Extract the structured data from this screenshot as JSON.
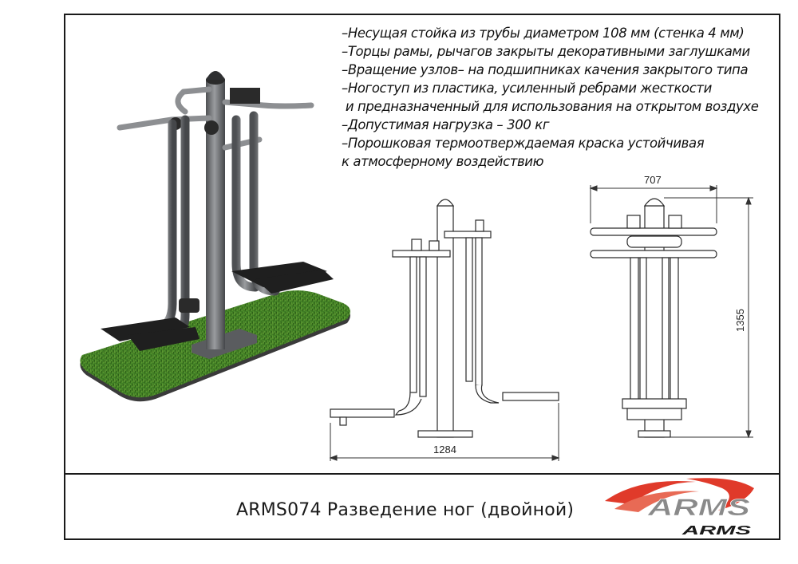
{
  "specs": [
    "–Несущая стойка из трубы диаметром 108 мм (стенка 4 мм)",
    "–Торцы рамы, рычагов закрыты декоративными заглушками",
    "–Вращение узлов– на подшипниках качения закрытого типа",
    "–Ногоступ из пластика, усиленный ребрами жесткости",
    " и предназначенный для использования на открытом воздухе",
    "–Допустимая нагрузка – 300 кг",
    "–Порошковая термоотверждаемая краска устойчивая",
    "к атмосферному воздействию"
  ],
  "dimensions": {
    "front_width": "707",
    "height": "1355",
    "side_length": "1284"
  },
  "product_title": "ARMS074 Разведение ног (двойной)",
  "logo": {
    "large": "ARMS",
    "small": "ARMS"
  },
  "colors": {
    "logo_red": "#e03a2a",
    "logo_grey": "#8a8a8a",
    "grass": "#3f7d24",
    "metal": "#6e7073"
  }
}
